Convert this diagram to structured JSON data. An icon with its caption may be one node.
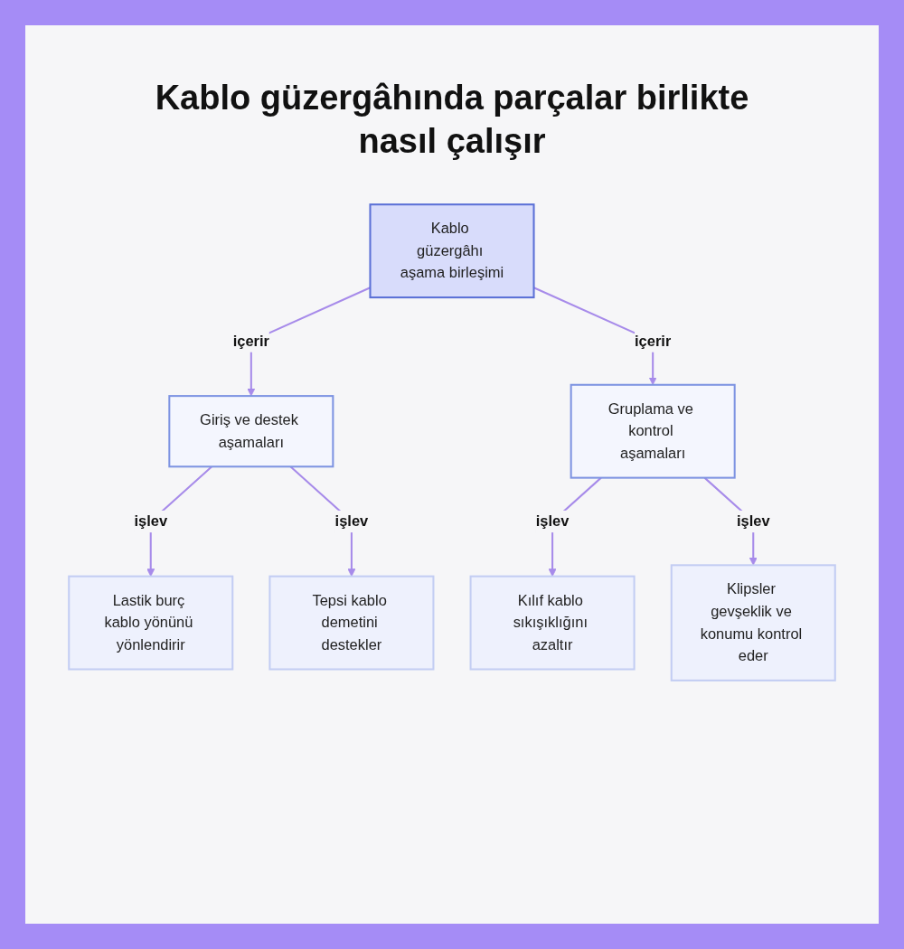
{
  "diagram": {
    "title": "Kablo güzergâhında parçalar birlikte nasıl çalışır",
    "nodes": [
      {
        "text": [
          "Kablo güzergâhı aşama birleşimi"
        ]
      },
      {
        "text": [
          "Giriş ve destek aşamaları"
        ]
      },
      {
        "text": [
          "Gruplama ve kontrol aşamaları"
        ]
      },
      {
        "text": [
          "Lastik burç kablo yönünü yönlendirir"
        ]
      },
      {
        "text": [
          "Tepsi kablo demetini destekler"
        ]
      },
      {
        "text": [
          "Kılıf kablo sıkışıklığını azaltır"
        ]
      },
      {
        "text": [
          "Klipsler gevşeklik ve konumu kontrol eder"
        ]
      }
    ],
    "edges": [
      {
        "from": 0,
        "to": 1,
        "arrow": "to",
        "label": "içerir"
      },
      {
        "from": 0,
        "to": 2,
        "arrow": "to",
        "label": "içerir"
      },
      {
        "from": 1,
        "to": 3,
        "arrow": "to",
        "label": "işlev"
      },
      {
        "from": 1,
        "to": 4,
        "arrow": "to",
        "label": "işlev"
      },
      {
        "from": 2,
        "to": 5,
        "arrow": "to",
        "label": "işlev"
      },
      {
        "from": 2,
        "to": 6,
        "arrow": "to",
        "label": "işlev"
      }
    ]
  }
}
